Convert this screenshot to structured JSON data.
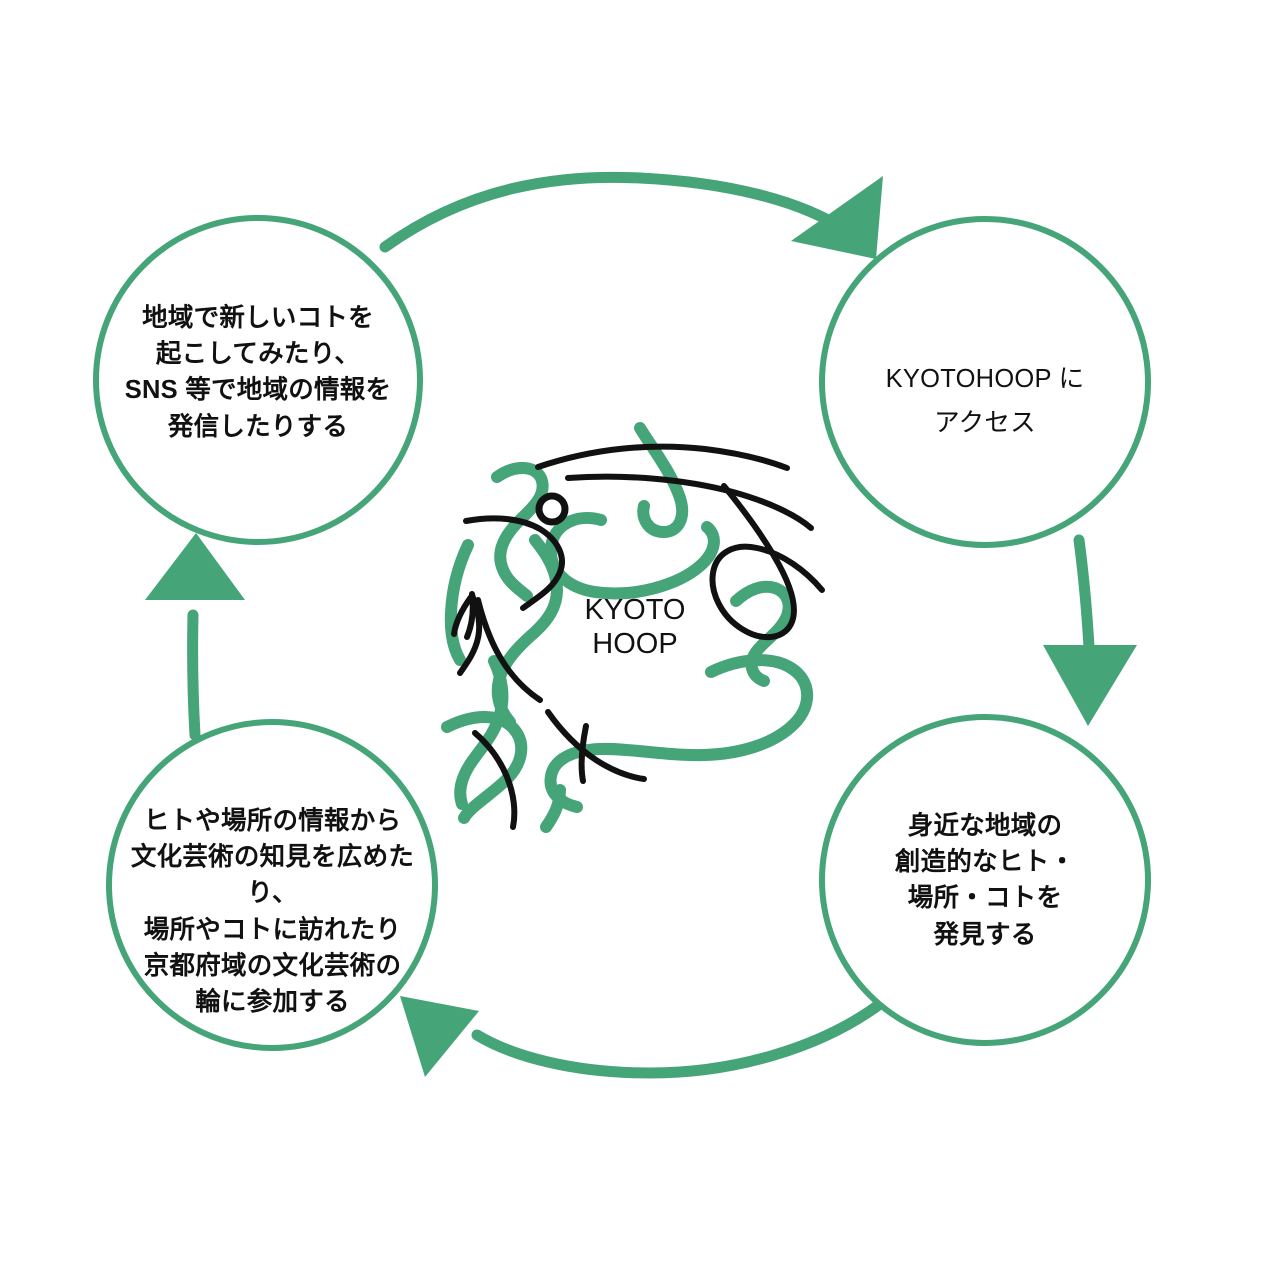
{
  "diagram": {
    "title": "KYOTOHOOP cycle diagram",
    "accent_color": "#45A478",
    "ink_color": "#111111",
    "background_color": "#FFFFFF",
    "center_logo": {
      "name": "kyotohoop-logo",
      "wordmark": "KYOTO\nHOOP",
      "style": "hand-drawn abstract scribble strokes in green and black"
    },
    "nodes": [
      {
        "id": "node-top-left",
        "position": "top-left",
        "text": "地域で新しいコトを\n起こしてみたり、\nSNS 等で地域の情報を\n発信したりする"
      },
      {
        "id": "node-top-right",
        "position": "top-right",
        "text": "KYOTOHOOP に\nアクセス"
      },
      {
        "id": "node-bottom-right",
        "position": "bottom-right",
        "text": "身近な地域の\n創造的なヒト・\n場所・コトを\n発見する"
      },
      {
        "id": "node-bottom-left",
        "position": "bottom-left",
        "text": "ヒトや場所の情報から\n文化芸術の知見を広めたり、\n場所やコトに訪れたり\n京都府域の文化芸術の\n輪に参加する"
      }
    ],
    "arrows": [
      {
        "id": "arrow-top",
        "from": "node-top-left",
        "to": "node-top-right",
        "direction": "right"
      },
      {
        "id": "arrow-right",
        "from": "node-top-right",
        "to": "node-bottom-right",
        "direction": "down"
      },
      {
        "id": "arrow-bottom",
        "from": "node-bottom-right",
        "to": "node-bottom-left",
        "direction": "left"
      },
      {
        "id": "arrow-left",
        "from": "node-bottom-left",
        "to": "node-top-left",
        "direction": "up"
      }
    ]
  }
}
